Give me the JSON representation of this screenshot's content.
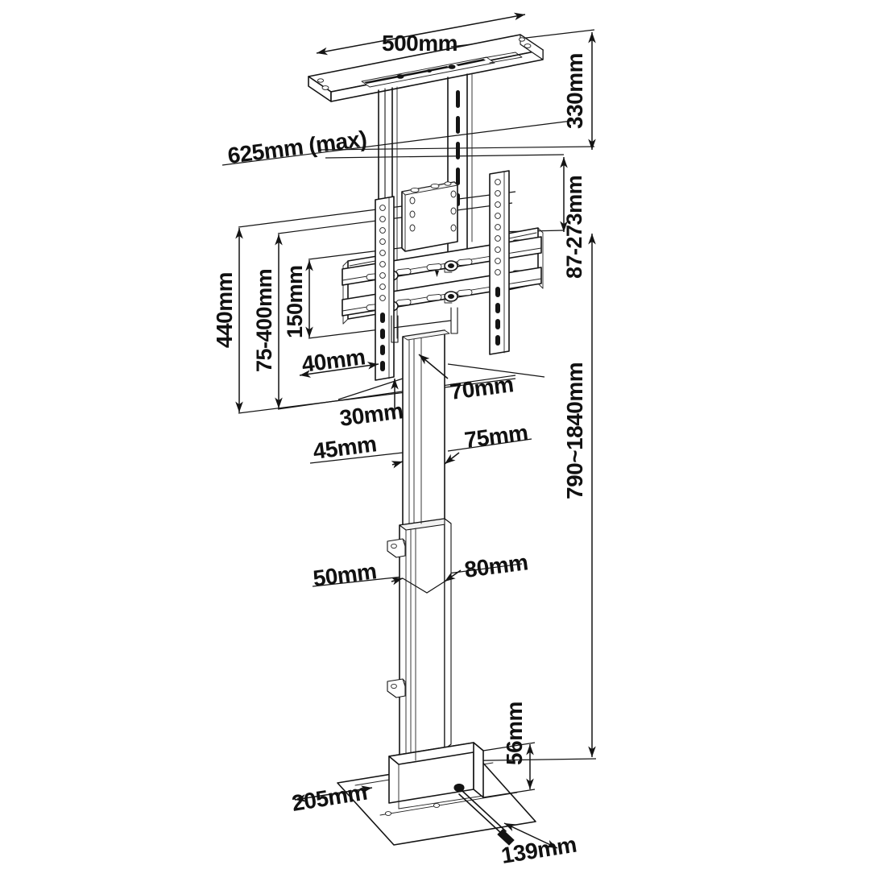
{
  "drawing": {
    "title": "Motorized TV Floor Stand – Dimensioned Assembly Drawing",
    "background_color": "#ffffff",
    "line_color": "#141414",
    "text_color": "#111111",
    "projection": "isometric",
    "units": "mm"
  },
  "dimensions": {
    "top_plate_width": "500mm",
    "ceiling_drop": "330mm",
    "max_panel_width": "625mm (max)",
    "tilt_depth_range": "87-273mm",
    "vesa_height_overall": "440mm",
    "vesa_height_range": "75-400mm",
    "bracket_inner_height": "150mm",
    "bracket_plate_offset": "40mm",
    "rail_thickness": "30mm",
    "arm_depth": "70mm",
    "column_front_offset": "45mm",
    "column_depth": "75mm",
    "column_side_offset": "50mm",
    "column_width": "80mm",
    "base_height": "56mm",
    "base_depth": "205mm",
    "base_width": "139mm",
    "total_height_range": "790~1840mm"
  },
  "components": {
    "ceiling_plate": "ceiling-mount-plate",
    "vertical_tube": "telescoping-upper-tube",
    "vesa_bracket": "tv-vesa-bracket",
    "vesa_rail_upper": "upper-horizontal-rail",
    "vesa_rail_lower": "lower-horizontal-rail",
    "vesa_strip_left": "left-vertical-vesa-strip",
    "vesa_strip_right": "right-vertical-vesa-strip",
    "lift_column": "motorized-lift-column",
    "cable_clip_upper": "upper-cable-clip",
    "cable_clip_lower": "lower-cable-clip",
    "base_box": "motor-base-box",
    "floor_plate": "floor-mounting-plate",
    "power_cable": "power-cable"
  }
}
